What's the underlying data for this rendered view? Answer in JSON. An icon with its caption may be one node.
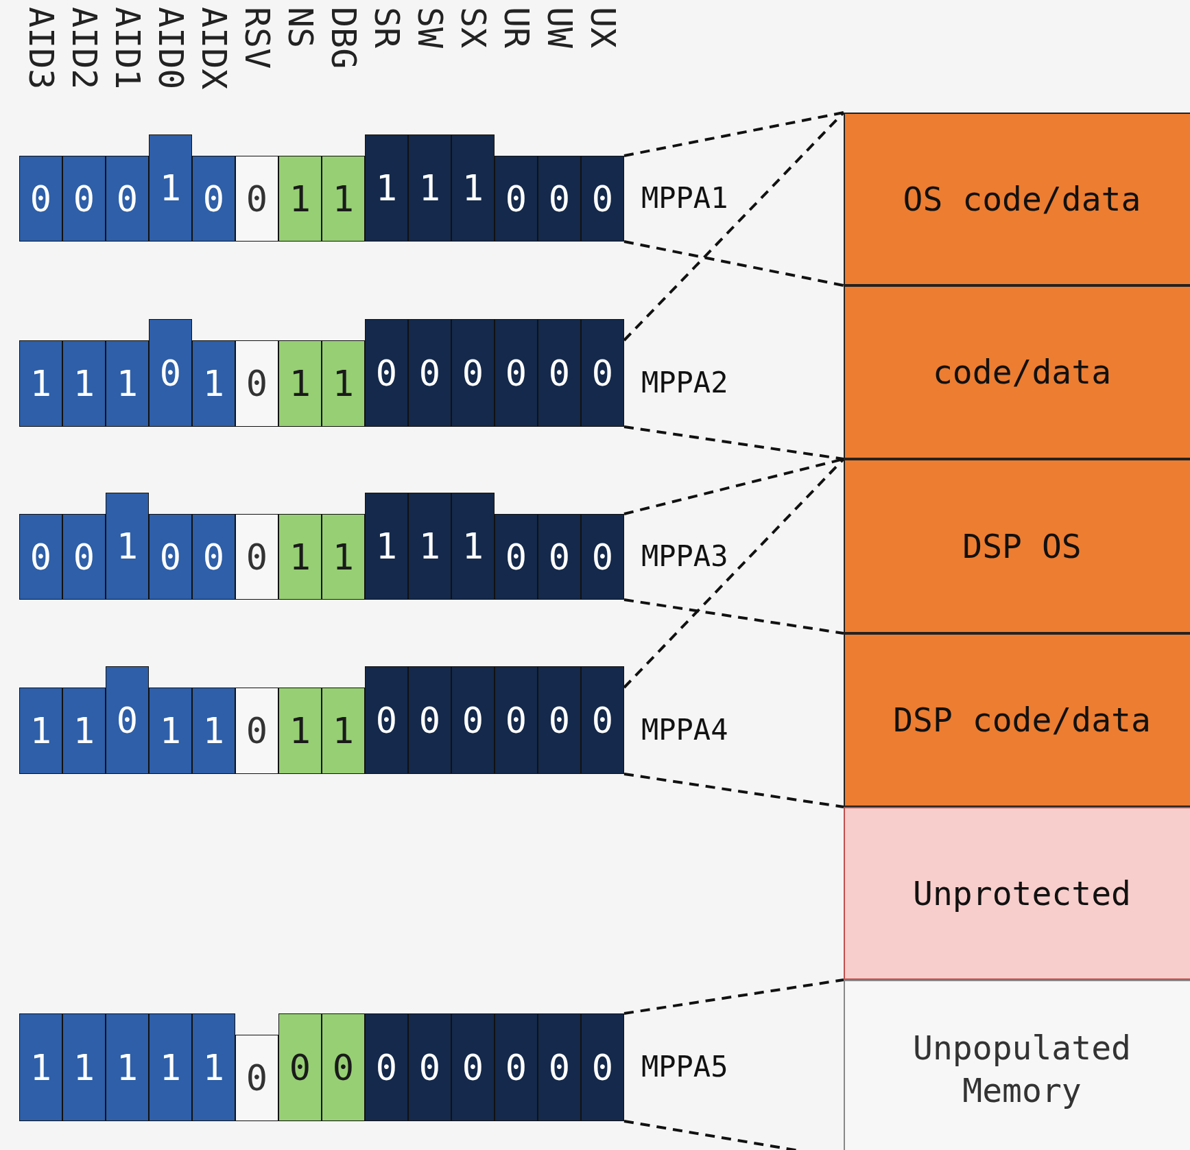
{
  "diagram": {
    "nodes": [
      {
        "text": [
          "0",
          "0",
          "0",
          "1",
          "0",
          "0",
          "1",
          "1",
          "1",
          "1",
          "1",
          "0",
          "0",
          "0"
        ],
        "beside": [
          "MPPA1"
        ]
      },
      {
        "text": [
          "1",
          "1",
          "1",
          "0",
          "1",
          "0",
          "1",
          "1",
          "0",
          "0",
          "0",
          "0",
          "0",
          "0"
        ],
        "beside": [
          "MPPA2"
        ]
      },
      {
        "text": [
          "0",
          "0",
          "1",
          "0",
          "0",
          "0",
          "1",
          "1",
          "1",
          "1",
          "1",
          "0",
          "0",
          "0"
        ],
        "beside": [
          "MPPA3"
        ]
      },
      {
        "text": [
          "1",
          "1",
          "0",
          "1",
          "1",
          "0",
          "1",
          "1",
          "0",
          "0",
          "0",
          "0",
          "0",
          "0"
        ],
        "beside": [
          "MPPA4"
        ]
      },
      {
        "text": [
          "1",
          "1",
          "1",
          "1",
          "1",
          "0",
          "0",
          "0",
          "0",
          "0",
          "0",
          "0",
          "0",
          "0"
        ],
        "beside": [
          "MPPA5"
        ]
      },
      {
        "text": [
          "OS code/data"
        ]
      },
      {
        "text": [
          "code/data"
        ]
      },
      {
        "text": [
          "DSP OS"
        ]
      },
      {
        "text": [
          "DSP code/data"
        ]
      },
      {
        "text": [
          "Unprotected"
        ]
      },
      {
        "text": [
          "Unpopulated Memory"
        ]
      }
    ],
    "edges": [
      {
        "from": 0,
        "to": 5,
        "arrow": "none",
        "style": "dashed"
      },
      {
        "from": 0,
        "to": 5,
        "arrow": "none",
        "style": "dashed"
      },
      {
        "from": 1,
        "to": 5,
        "arrow": "none",
        "style": "dashed"
      },
      {
        "from": 1,
        "to": 6,
        "arrow": "none",
        "style": "dashed"
      },
      {
        "from": 2,
        "to": 7,
        "arrow": "none",
        "style": "dashed"
      },
      {
        "from": 2,
        "to": 7,
        "arrow": "none",
        "style": "dashed"
      },
      {
        "from": 3,
        "to": 7,
        "arrow": "none",
        "style": "dashed"
      },
      {
        "from": 3,
        "to": 8,
        "arrow": "none",
        "style": "dashed"
      },
      {
        "from": 4,
        "to": 10,
        "arrow": "none",
        "style": "dashed"
      },
      {
        "from": 4,
        "to": 10,
        "arrow": "none",
        "style": "dashed"
      }
    ],
    "labels": [
      "AID3",
      "AID2",
      "AID1",
      "AID0",
      "AIDX",
      "RSV",
      "NS",
      "DBG",
      "SR",
      "SW",
      "SX",
      "UR",
      "UW",
      "UX"
    ]
  }
}
